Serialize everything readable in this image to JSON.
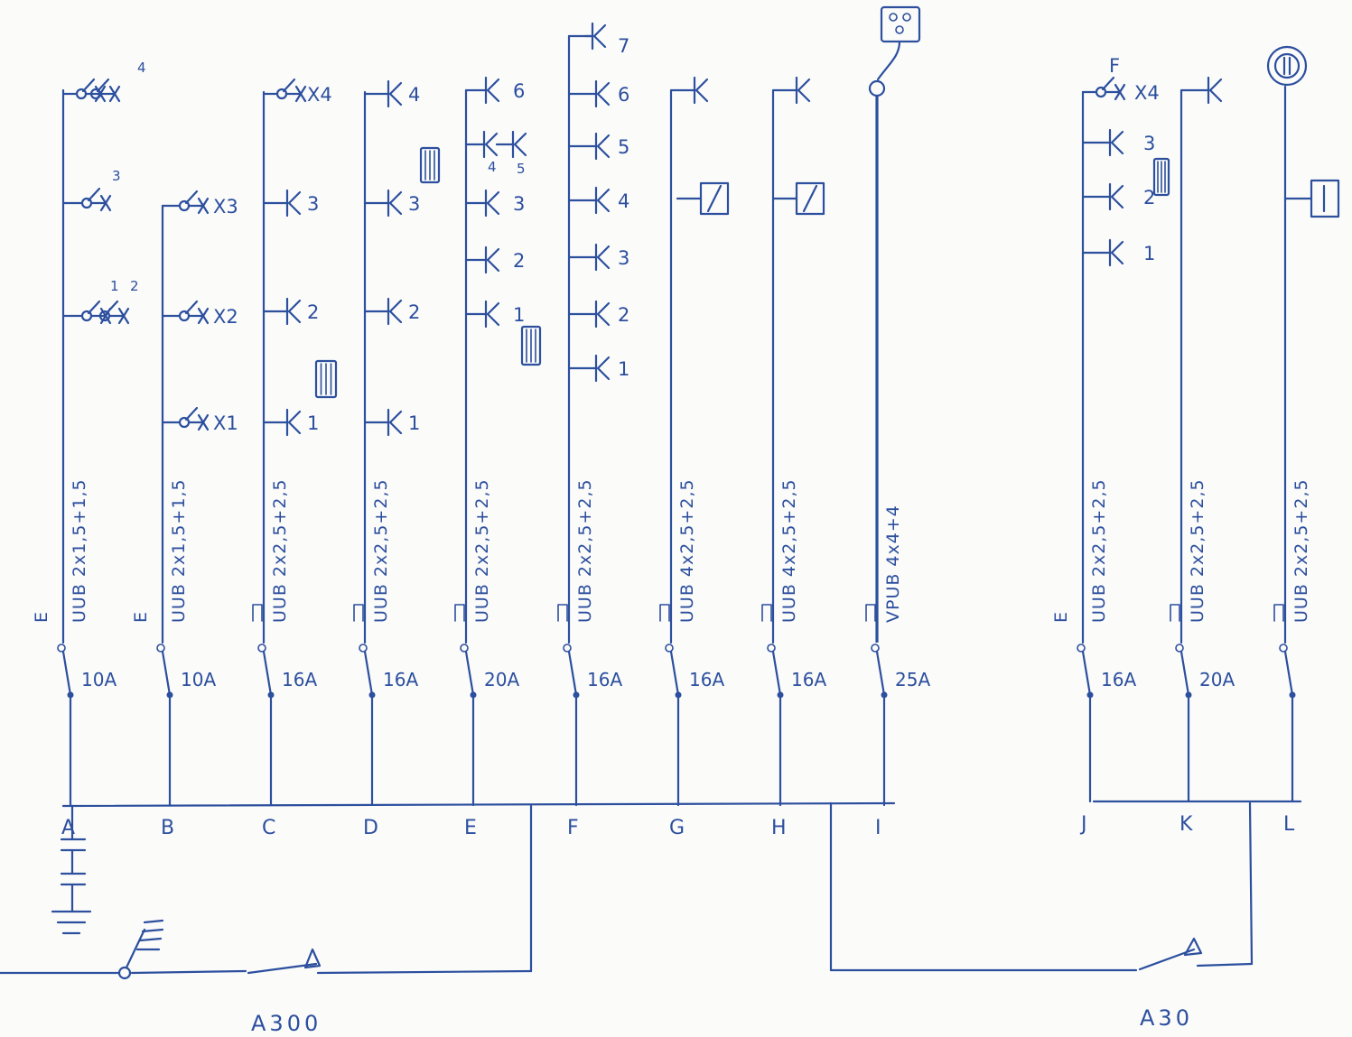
{
  "breaker_labels": {
    "main": "A300",
    "secondary": "A30"
  },
  "circuits": [
    {
      "bus": "A",
      "mark": "E",
      "rating": "10A",
      "cable": "UUB 2x1,5+1,5"
    },
    {
      "bus": "B",
      "mark": "E",
      "rating": "10A",
      "cable": "UUB 2x1,5+1,5"
    },
    {
      "bus": "C",
      "mark": "",
      "rating": "16A",
      "cable": "UUB 2x2,5+2,5"
    },
    {
      "bus": "D",
      "mark": "",
      "rating": "16A",
      "cable": "UUB 2x2,5+2,5"
    },
    {
      "bus": "E",
      "mark": "",
      "rating": "20A",
      "cable": "UUB 2x2,5+2,5"
    },
    {
      "bus": "F",
      "mark": "",
      "rating": "16A",
      "cable": "UUB 2x2,5+2,5"
    },
    {
      "bus": "G",
      "mark": "",
      "rating": "16A",
      "cable": "UUB 4x2,5+2,5"
    },
    {
      "bus": "H",
      "mark": "",
      "rating": "16A",
      "cable": "UUB 4x2,5+2,5"
    },
    {
      "bus": "I",
      "mark": "",
      "rating": "25A",
      "cable": "VPUB 4x4+4"
    },
    {
      "bus": "J",
      "mark": "E",
      "rating": "16A",
      "cable": "UUB 2x2,5+2,5"
    },
    {
      "bus": "K",
      "mark": "",
      "rating": "20A",
      "cable": "UUB 2x2,5+2,5"
    },
    {
      "bus": "L",
      "mark": "",
      "rating": "",
      "cable": "UUB 2x2,5+2,5"
    }
  ],
  "item_numbers": {
    "A": [
      "4",
      "3",
      "1",
      "2"
    ],
    "B": [
      "X3",
      "X2",
      "X1"
    ],
    "C": [
      "X4",
      "3",
      "2",
      "1"
    ],
    "D": [
      "4",
      "3",
      "2",
      "1"
    ],
    "E": [
      "6",
      "4",
      "5",
      "3",
      "2",
      "1"
    ],
    "F": [
      "7",
      "6",
      "5",
      "4",
      "3",
      "2",
      "1"
    ],
    "J": [
      "F",
      "X4",
      "3",
      "2",
      "1"
    ]
  },
  "ink_color": "#2c4f9e",
  "icons": [
    "socket-icon",
    "switch-icon",
    "cooker-icon",
    "boiler-icon",
    "distribution-box-icon",
    "earth-icon",
    "capacitor-icon",
    "breaker-contact-icon"
  ]
}
